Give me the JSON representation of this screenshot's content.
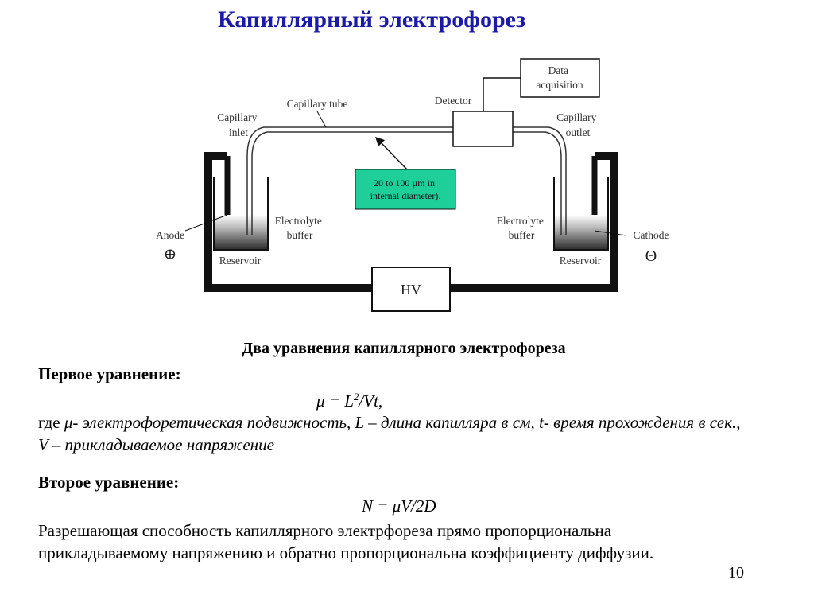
{
  "title": "Капиллярный электрофорез",
  "diagram": {
    "data_acquisition": [
      "Data",
      "acquisition"
    ],
    "detector": "Detector",
    "capillary_tube": "Capillary tube",
    "capillary_inlet": [
      "Capillary",
      "inlet"
    ],
    "capillary_outlet": [
      "Capillary",
      "outlet"
    ],
    "note": [
      "20  to 100 µm in",
      "internal diameter)."
    ],
    "electrolyte_left": [
      "Electrolyte",
      "buffer"
    ],
    "electrolyte_right": [
      "Electrolyte",
      "buffer"
    ],
    "anode": "Anode",
    "anode_symbol": "⊕",
    "cathode": "Cathode",
    "cathode_symbol": "Θ",
    "reservoir_left": "Reservoir",
    "reservoir_right": "Reservoir",
    "hv": "HV",
    "colors": {
      "note_box": "#1fcf9a",
      "title": "#1a1aa6"
    }
  },
  "section_heading": "Два уравнения капиллярного электрофореза",
  "first_heading": "Первое уравнение:",
  "formula1": {
    "lhs": "μ = L",
    "sup": "2",
    "rhs": "/Vt,"
  },
  "definition": {
    "prefix": "где ",
    "body": "μ- электрофоретическая подвижность, L – длина капилляра в см, t- время прохождения в сек., V – прикладываемое напряжение"
  },
  "second_heading": "Второе уравнение:",
  "formula2": "N = μV/2D",
  "conclusion": "Разрешающая способность капиллярного электрфореза прямо пропорциональна прикладываемому напряжению и обратно пропорциональна коэффициенту диффузии.",
  "page_number": "10"
}
